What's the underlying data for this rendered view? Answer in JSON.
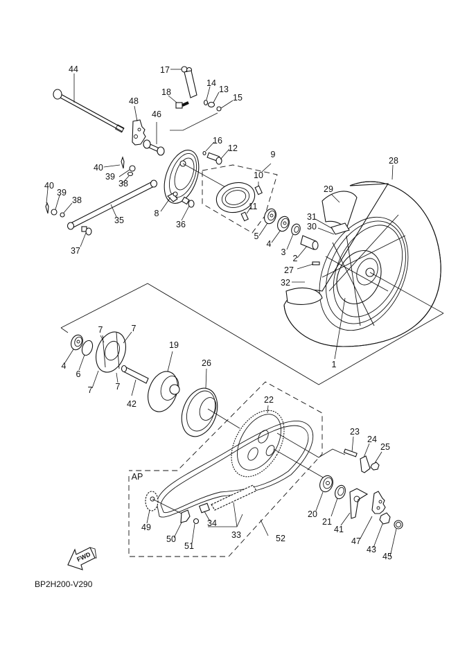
{
  "diagram": {
    "title": "Rear Wheel Parts Diagram",
    "code": "BP2H200-V290",
    "fwd_label": "FWD",
    "group_label": "AP",
    "labels": {
      "p1": "1",
      "p2": "2",
      "p3": "3",
      "p4a": "4",
      "p4b": "4",
      "p5": "5",
      "p6": "6",
      "p7a": "7",
      "p7b": "7",
      "p7c": "7",
      "p7d": "7",
      "p8": "8",
      "p9": "9",
      "p10": "10",
      "p11": "11",
      "p12": "12",
      "p13": "13",
      "p14": "14",
      "p15": "15",
      "p16": "16",
      "p17": "17",
      "p18": "18",
      "p19": "19",
      "p20": "20",
      "p21": "21",
      "p22": "22",
      "p23": "23",
      "p24": "24",
      "p25": "25",
      "p26": "26",
      "p27": "27",
      "p28": "28",
      "p29": "29",
      "p30": "30",
      "p31": "31",
      "p32": "32",
      "p33": "33",
      "p34": "34",
      "p35": "35",
      "p36": "36",
      "p37": "37",
      "p38a": "38",
      "p38b": "38",
      "p39a": "39",
      "p39b": "39",
      "p40a": "40",
      "p40b": "40",
      "p41": "41",
      "p42": "42",
      "p43": "43",
      "p44": "44",
      "p45": "45",
      "p46": "46",
      "p47": "47",
      "p48": "48",
      "p49": "49",
      "p50": "50",
      "p51": "51",
      "p52": "52"
    }
  }
}
